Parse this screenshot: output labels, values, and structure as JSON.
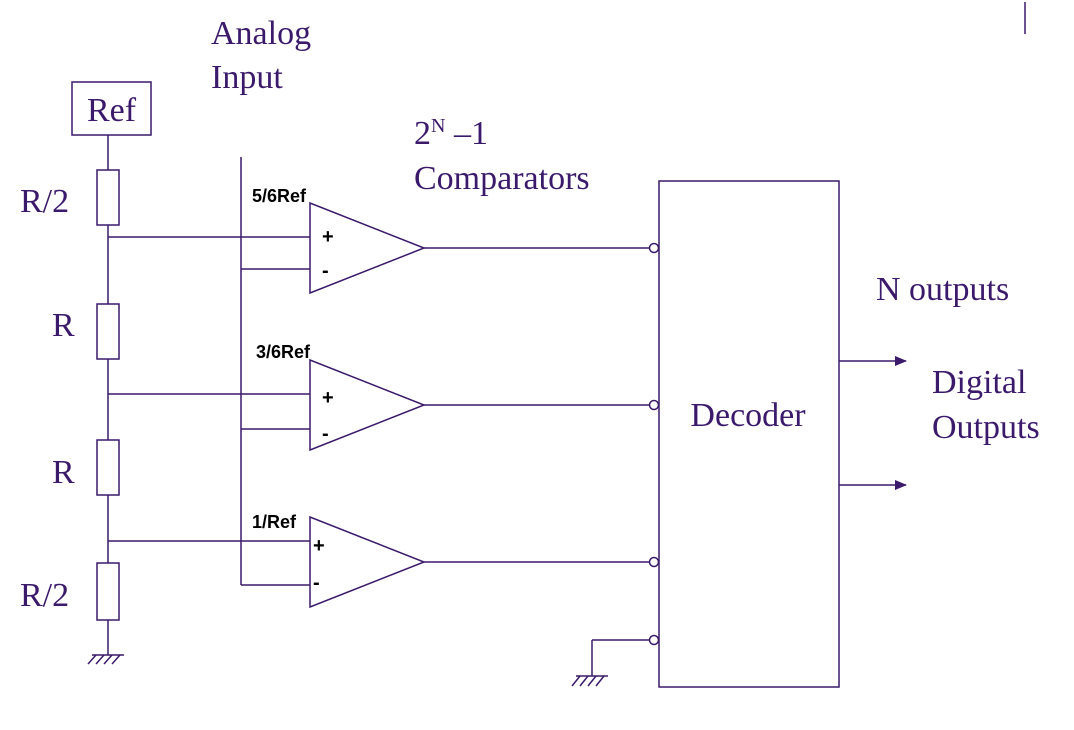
{
  "analog_input": {
    "line1": "Analog",
    "line2": "Input"
  },
  "reference": {
    "label": "Ref"
  },
  "comparators_heading": {
    "base": "2",
    "superscript": "N",
    "suffix": " –1",
    "line2": "Comparators"
  },
  "resistors": [
    {
      "label": "R/2"
    },
    {
      "label": "R"
    },
    {
      "label": "R"
    },
    {
      "label": "R/2"
    }
  ],
  "comparators": [
    {
      "ref_label": "5/6Ref",
      "plus": "+",
      "minus": "-"
    },
    {
      "ref_label": "3/6Ref",
      "plus": "+",
      "minus": "-"
    },
    {
      "ref_label": "1/Ref",
      "plus": "+",
      "minus": "-"
    }
  ],
  "decoder": {
    "label": "Decoder"
  },
  "outputs": {
    "count_label": "N outputs",
    "line1": "Digital",
    "line2": "Outputs"
  },
  "colors": {
    "ink": "#3b1a6b",
    "label_black": "#000000",
    "background": "#ffffff"
  }
}
